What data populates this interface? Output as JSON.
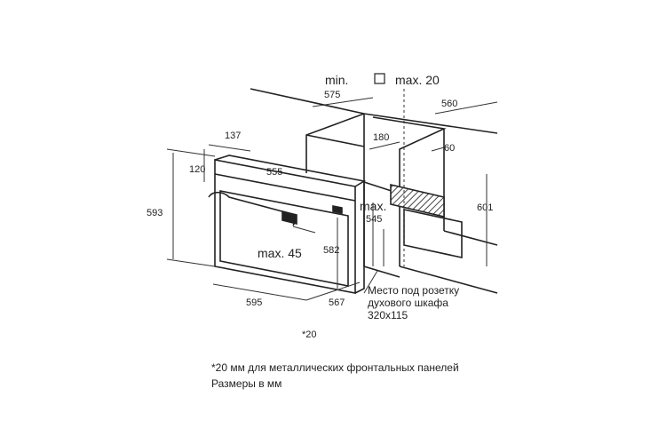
{
  "dimensions": {
    "min_label": "min.",
    "min_value": "575",
    "max_top_label": "max. 20",
    "depth_560": "560",
    "w_137": "137",
    "w_180": "180",
    "w_60": "60",
    "h_120": "120",
    "w_555": "555",
    "h_593": "593",
    "max_545_label": "max.",
    "max_545_value": "545",
    "h_601": "601",
    "h_582": "582",
    "max_45": "max. 45",
    "w_595": "595",
    "d_567": "567",
    "star_20": "*20"
  },
  "socket_note": [
    "Место под розетку",
    "духового шкафа",
    "320x115"
  ],
  "footnotes": [
    "*20 мм для металлических фронтальных панелей",
    "Размеры в мм"
  ],
  "colors": {
    "line": "#222222",
    "hatch_fill": "#555555",
    "background": "#ffffff"
  }
}
